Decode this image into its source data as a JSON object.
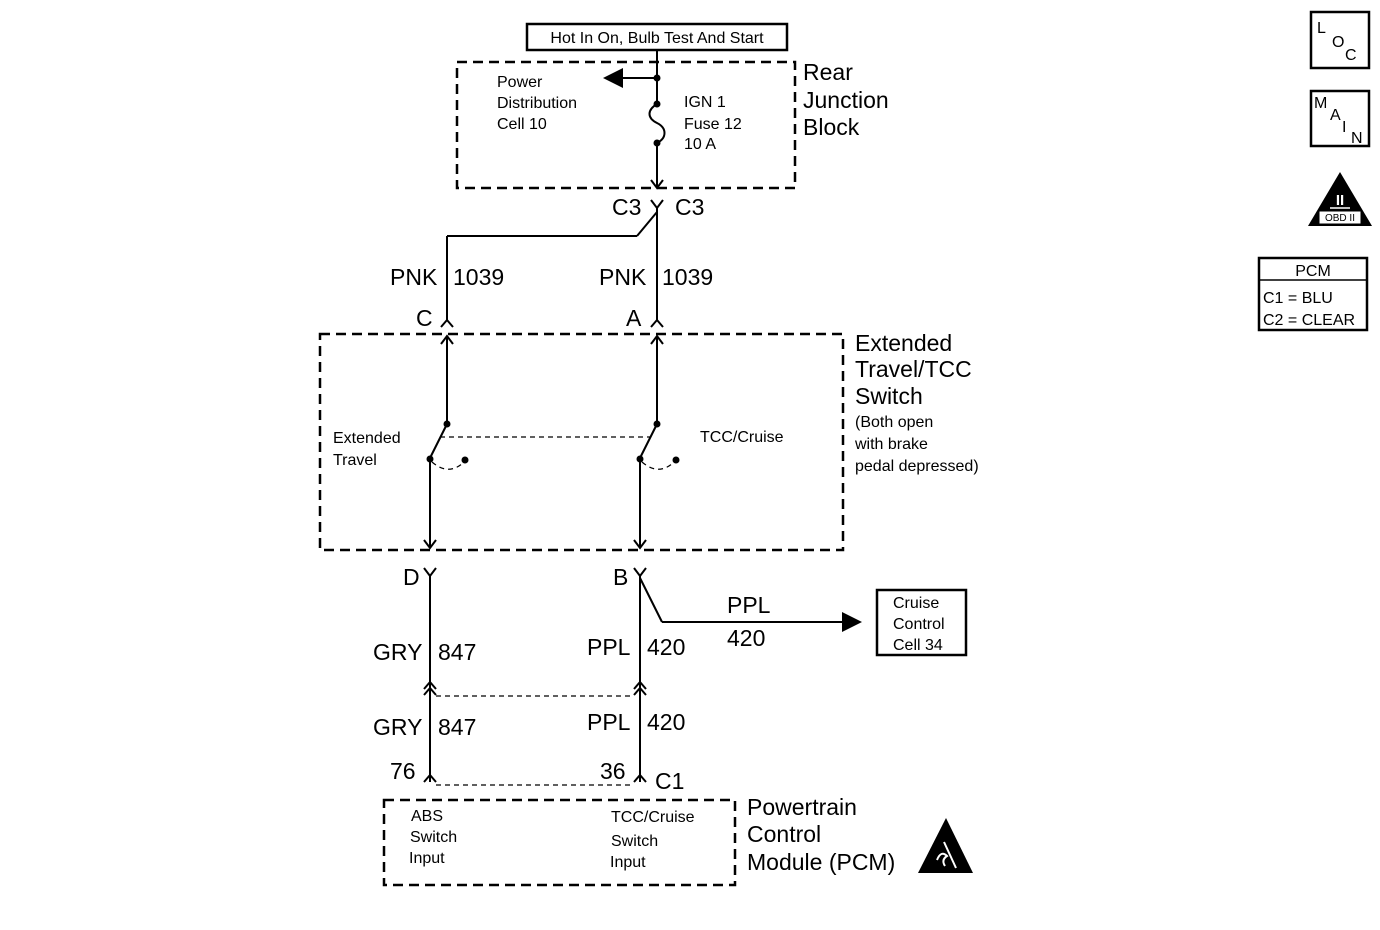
{
  "header": {
    "power_label": "Hot In On, Bulb Test And Start"
  },
  "rear_junction_block": {
    "title": [
      "Rear",
      "Junction",
      "Block"
    ],
    "power_distribution": [
      "Power",
      "Distribution",
      "Cell 10"
    ],
    "fuse": [
      "IGN 1",
      "Fuse 12",
      "10 A"
    ],
    "connector_left": "C3",
    "connector_right": "C3"
  },
  "upper_wires": {
    "left": {
      "color": "PNK",
      "circuit": "1039",
      "pin": "C"
    },
    "right": {
      "color": "PNK",
      "circuit": "1039",
      "pin": "A"
    }
  },
  "switch_block": {
    "title": [
      "Extended",
      "Travel/TCC",
      "Switch"
    ],
    "note": [
      "(Both open",
      "with brake",
      "pedal depressed)"
    ],
    "left_switch": [
      "Extended",
      "Travel"
    ],
    "right_switch": "TCC/Cruise"
  },
  "lower_wires": {
    "left": {
      "pin": "D",
      "color": "GRY",
      "circuit": "847",
      "color2": "GRY",
      "circuit2": "847",
      "pcm_pin": "76"
    },
    "right": {
      "pin": "B",
      "color": "PPL",
      "circuit": "420",
      "color2": "PPL",
      "circuit2": "420",
      "pcm_pin": "36"
    },
    "branch": {
      "color": "PPL",
      "circuit": "420"
    },
    "connector": "C1"
  },
  "cruise_control": [
    "Cruise",
    "Control",
    "Cell 34"
  ],
  "pcm": {
    "title": [
      "Powertrain",
      "Control",
      "Module (PCM)"
    ],
    "left_input": [
      "ABS",
      "Switch",
      "Input"
    ],
    "right_input": [
      "TCC/Cruise",
      "Switch",
      "Input"
    ]
  },
  "sidebar": {
    "loc": {
      "l": "L",
      "o": "O",
      "c": "C"
    },
    "main": {
      "m": "M",
      "a": "A",
      "i": "I",
      "n": "N"
    },
    "obd": {
      "numeral": "II",
      "label": "OBD II"
    },
    "pcm_table": {
      "title": "PCM",
      "rows": [
        "C1 = BLU",
        "C2 = CLEAR"
      ]
    }
  }
}
